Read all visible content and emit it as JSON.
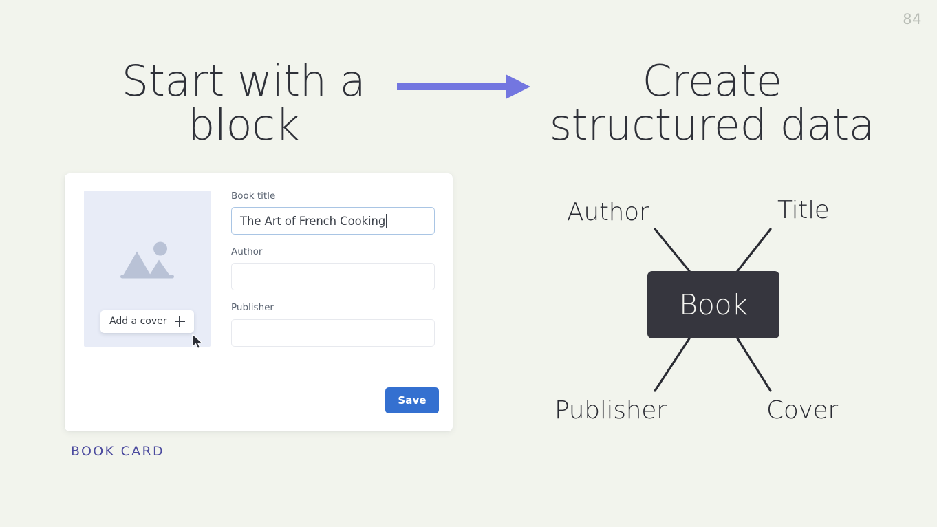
{
  "slide": {
    "page_number": "84",
    "background_color": "#f2f4ed",
    "accent_color": "#6d6fe0",
    "caption_color": "#4b4a9e"
  },
  "headings": {
    "left": "Start with a block",
    "right": "Create structured data"
  },
  "arrow": {
    "icon": "arrow-right-icon",
    "color": "#7376e0"
  },
  "card": {
    "caption": "BOOK CARD",
    "cover": {
      "placeholder_icon": "image-placeholder-icon",
      "add_cover_label": "Add a cover",
      "add_cover_icon": "plus-icon",
      "cursor_icon": "mouse-pointer-icon",
      "background_color": "#e8ecf7"
    },
    "fields": [
      {
        "label": "Book title",
        "value": "The Art of French Cooking",
        "placeholder": "",
        "focused": true
      },
      {
        "label": "Author",
        "value": "",
        "placeholder": "",
        "focused": false
      },
      {
        "label": "Publisher",
        "value": "",
        "placeholder": "",
        "focused": false
      }
    ],
    "save_button": {
      "label": "Save",
      "color": "#3470d0"
    }
  },
  "diagram": {
    "center_node": "Book",
    "center_color": "#36363e",
    "nodes": [
      {
        "label": "Author",
        "position": "top-left"
      },
      {
        "label": "Title",
        "position": "top-right"
      },
      {
        "label": "Publisher",
        "position": "bottom-left"
      },
      {
        "label": "Cover",
        "position": "bottom-right"
      }
    ]
  }
}
